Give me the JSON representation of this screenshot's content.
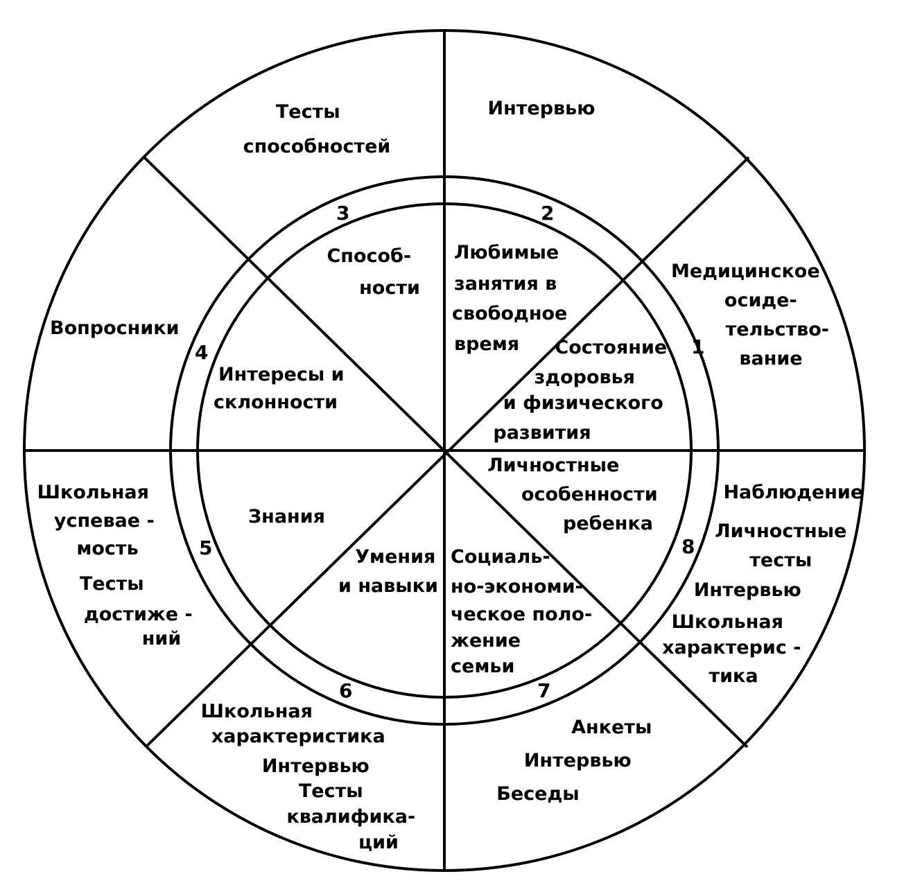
{
  "numbers": [
    "1",
    "2",
    "3",
    "4",
    "5",
    "6",
    "7",
    "8"
  ],
  "inner": {
    "s1": [
      "Состояние",
      "здоровья",
      "и физического",
      "развития"
    ],
    "s2": [
      "Любимые",
      "занятия в",
      "свободное",
      "время"
    ],
    "s3": [
      "Способ-",
      "ности"
    ],
    "s4": [
      "Интересы и",
      "склонности"
    ],
    "s5": [
      "Знания"
    ],
    "s6": [
      "Умения",
      "и навыки"
    ],
    "s7": [
      "Социаль-",
      "но-экономи-",
      "ческое поло-",
      "жение",
      "семьи"
    ],
    "s8": [
      "Личностные",
      "особенности",
      "ребенка"
    ]
  },
  "outer": {
    "s1": [
      "Медицинское",
      "осиде-",
      "тельство-",
      "вание"
    ],
    "s2": [
      "Интервью"
    ],
    "s3": [
      "Тесты",
      "способностей"
    ],
    "s4": [
      "Вопросники"
    ],
    "s5a": [
      "Школьная",
      "успевае -",
      "мость"
    ],
    "s5b": [
      "Тесты",
      "достиже -",
      "ний"
    ],
    "s6": [
      "Школьная",
      "характеристика",
      "Интервью",
      "Тесты",
      "квалифика-",
      "ций"
    ],
    "s7": [
      "Анкеты",
      "Интервью",
      "Беседы"
    ],
    "s8": [
      "Наблюдение",
      "Личностные",
      "тесты",
      "Интервью",
      "Школьная",
      "характерис -",
      "тика"
    ]
  }
}
